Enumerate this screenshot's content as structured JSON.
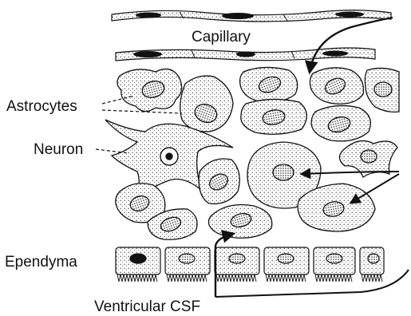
{
  "labels": {
    "capillary": "Capillary",
    "astrocytes": "Astrocytes",
    "neuron": "Neuron",
    "ependyma": "Ependyma",
    "ventricular_csf": "Ventricular CSF"
  },
  "colors": {
    "ink": "#111111",
    "stipple": "#6a6a6a",
    "background": "#ffffff"
  }
}
